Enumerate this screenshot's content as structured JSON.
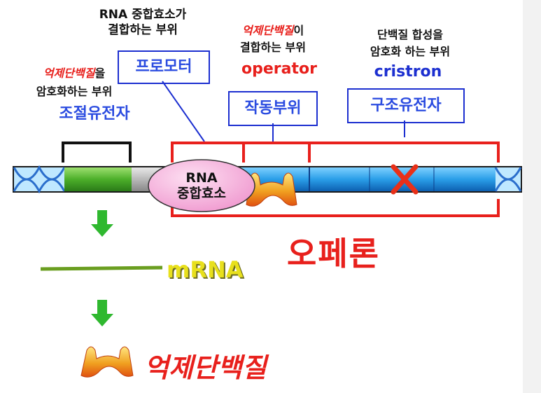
{
  "labels": {
    "rna_pol_site_1": "RNA 중합효소가",
    "rna_pol_site_2": "결합하는 부위",
    "inhibitor_bind_red": "억제단백질",
    "inhibitor_bind_black": "이",
    "inhibitor_bind_2": "결합하는 부위",
    "protein_code_1": "단백질 합성을",
    "protein_code_2": "암호화 하는 부위",
    "regulator_code_red": "억제단백질",
    "regulator_code_black": "을",
    "regulator_code_2": "암호화하는 부위"
  },
  "boxes": {
    "promoter": "프로모터",
    "operator_kr": "작동부위",
    "structural": "구조유전자"
  },
  "terms": {
    "operator": "operator",
    "cistron": "cristron",
    "regulator": "조절유전자"
  },
  "dna": {
    "rna_polymerase_1": "RNA",
    "rna_polymerase_2": "중합효소"
  },
  "operon": "오페론",
  "mrna": "mRNA",
  "repressor": "억제단백질",
  "colors": {
    "blue": "#1c2fd0",
    "red": "#e8201c",
    "green": "#2aa02a",
    "yellow": "#e8c800",
    "pink": "#f4a8d8"
  }
}
